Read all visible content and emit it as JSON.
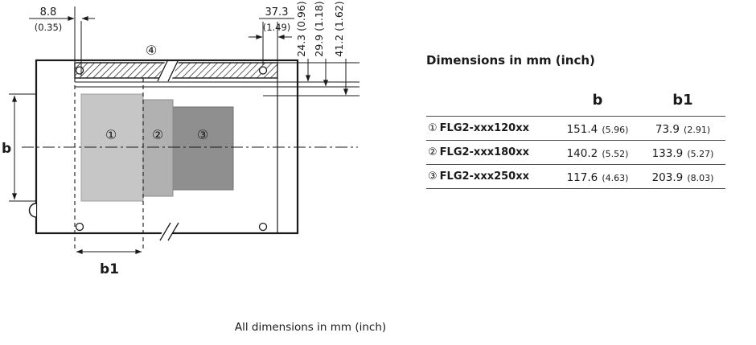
{
  "drawing": {
    "callouts": {
      "c1": "①",
      "c2": "②",
      "c3": "③",
      "c4": "④"
    },
    "dim_labels": {
      "b": "b",
      "b1": "b1"
    },
    "dims": {
      "top_left_mm": "8.8",
      "top_left_inch": "(0.35)",
      "top_mid_mm": "37.3",
      "top_mid_inch": "(1.49)",
      "right_1": "24.3 (0.96)",
      "right_2": "29.9 (1.18)",
      "right_3": "41.2 (1.62)"
    },
    "colors": {
      "body1": "#c6c6c6",
      "body2": "#b1b1b1",
      "body3": "#8f8f8f",
      "line": "#1a1a1a"
    }
  },
  "table": {
    "title": "Dimensions in mm (inch)",
    "columns": [
      "b",
      "b1"
    ],
    "rows": [
      {
        "marker": "①",
        "model": "FLG2-xxx120xx",
        "b_mm": "151.4",
        "b_in": "(5.96)",
        "b1_mm": "73.9",
        "b1_in": "(2.91)"
      },
      {
        "marker": "②",
        "model": "FLG2-xxx180xx",
        "b_mm": "140.2",
        "b_in": "(5.52)",
        "b1_mm": "133.9",
        "b1_in": "(5.27)"
      },
      {
        "marker": "③",
        "model": "FLG2-xxx250xx",
        "b_mm": "117.6",
        "b_in": "(4.63)",
        "b1_mm": "203.9",
        "b1_in": "(8.03)"
      }
    ]
  },
  "footer": {
    "caption": "All dimensions in mm (inch)"
  }
}
